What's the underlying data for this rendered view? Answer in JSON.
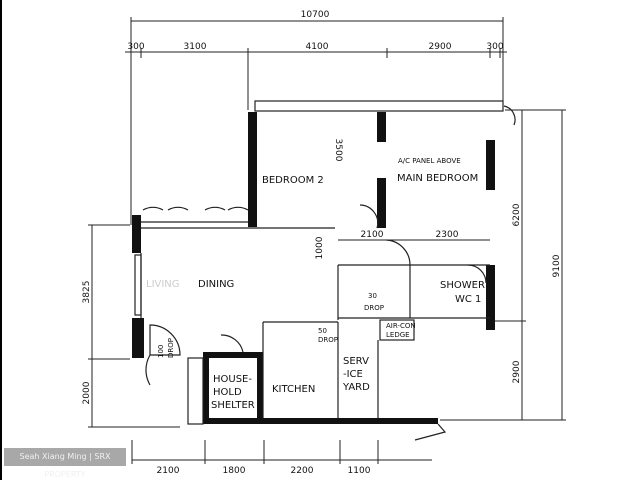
{
  "dimensions": {
    "overall_width": "10700",
    "top_segments": [
      "300",
      "3100",
      "4100",
      "2900",
      "300"
    ],
    "bottom_segments": [
      "2100",
      "1800",
      "2200",
      "1100"
    ],
    "left_segments": [
      "3825",
      "2000"
    ],
    "right_segments": [
      "6200",
      "2900"
    ],
    "right_overall": "9100",
    "bedroom2_depth": "3500",
    "corridor": "1000",
    "bath_widths": [
      "2100",
      "2300"
    ]
  },
  "rooms": {
    "bedroom2": "BEDROOM 2",
    "main_bedroom": "MAIN BEDROOM",
    "ac_panel": "A/C PANEL ABOVE",
    "living_faint": "LIVING",
    "dining": "DINING",
    "shower_wc": "SHOWER",
    "wc": "WC 1",
    "drop_30": "30",
    "drop_label": "DROP",
    "aircon_ledge_1": "AIR-CON",
    "aircon_ledge_2": "LEDGE",
    "drop_50": "50",
    "drop_100": "100",
    "household_shelter_1": "HOUSE-",
    "household_shelter_2": "HOLD",
    "household_shelter_3": "SHELTER",
    "kitchen": "KITCHEN",
    "service_yard_1": "SERV",
    "service_yard_2": "-ICE",
    "service_yard_3": "YARD"
  },
  "watermark": "Seah Xiang Ming | SRX PROPERTY"
}
